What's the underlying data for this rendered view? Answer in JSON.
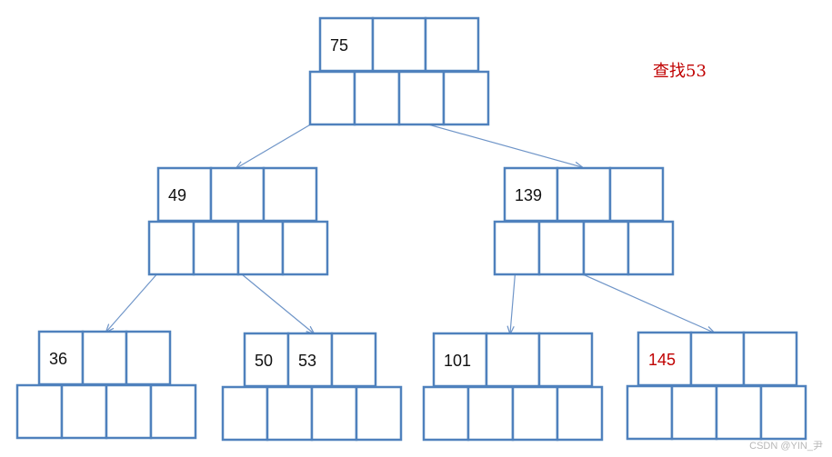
{
  "diagram": {
    "title": "查找53",
    "colors": {
      "box_border": "#4f81bd",
      "edge": "#6f95c8",
      "key_default": "#111111",
      "highlight": "#c00000",
      "watermark": "#b8b8b8"
    },
    "nodes": [
      {
        "id": "root",
        "keys": [
          "75",
          "",
          ""
        ],
        "highlight": [
          false,
          false,
          false
        ]
      },
      {
        "id": "left-internal",
        "keys": [
          "49",
          "",
          ""
        ],
        "highlight": [
          false,
          false,
          false
        ]
      },
      {
        "id": "right-internal",
        "keys": [
          "139",
          "",
          ""
        ],
        "highlight": [
          false,
          false,
          false
        ]
      },
      {
        "id": "leaf-1",
        "keys": [
          "36",
          "",
          ""
        ],
        "highlight": [
          false,
          false,
          false
        ]
      },
      {
        "id": "leaf-2",
        "keys": [
          "50",
          "53",
          ""
        ],
        "highlight": [
          false,
          false,
          false
        ]
      },
      {
        "id": "leaf-3",
        "keys": [
          "101",
          "",
          ""
        ],
        "highlight": [
          false,
          false,
          false
        ]
      },
      {
        "id": "leaf-4",
        "keys": [
          "145",
          "",
          ""
        ],
        "highlight": [
          true,
          false,
          false
        ]
      }
    ],
    "edges": [
      {
        "from": "root",
        "to": "left-internal"
      },
      {
        "from": "root",
        "to": "right-internal"
      },
      {
        "from": "left-internal",
        "to": "leaf-1"
      },
      {
        "from": "left-internal",
        "to": "leaf-2"
      },
      {
        "from": "right-internal",
        "to": "leaf-3"
      },
      {
        "from": "right-internal",
        "to": "leaf-4"
      }
    ],
    "watermark": "CSDN @YIN_尹"
  }
}
